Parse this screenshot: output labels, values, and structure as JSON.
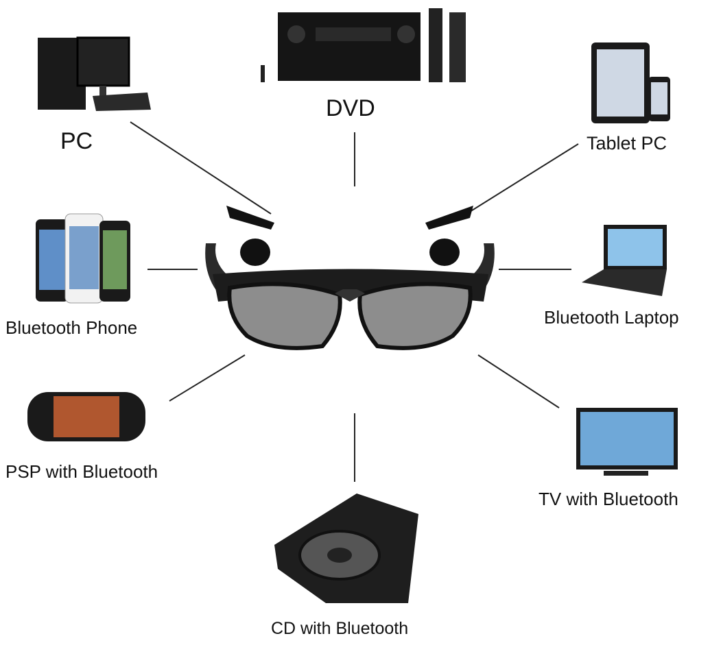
{
  "center": {
    "device": "bluetooth-sunglasses-icon"
  },
  "devices": [
    {
      "label": "PC",
      "icon": "desktop-pc-icon"
    },
    {
      "label": "DVD",
      "icon": "dvd-player-icon"
    },
    {
      "label": "Tablet PC",
      "icon": "tablet-phone-icon"
    },
    {
      "label": "Bluetooth Phone",
      "icon": "smartphones-icon"
    },
    {
      "label": "Bluetooth Laptop",
      "icon": "laptop-icon"
    },
    {
      "label": "PSP with Bluetooth",
      "icon": "psp-handheld-icon"
    },
    {
      "label": "TV with Bluetooth",
      "icon": "tv-icon"
    },
    {
      "label": "CD with Bluetooth",
      "icon": "cd-player-icon"
    }
  ],
  "colors": {
    "line": "#222222",
    "device": "#1a1a1a",
    "screen": "#6fa8d8"
  }
}
